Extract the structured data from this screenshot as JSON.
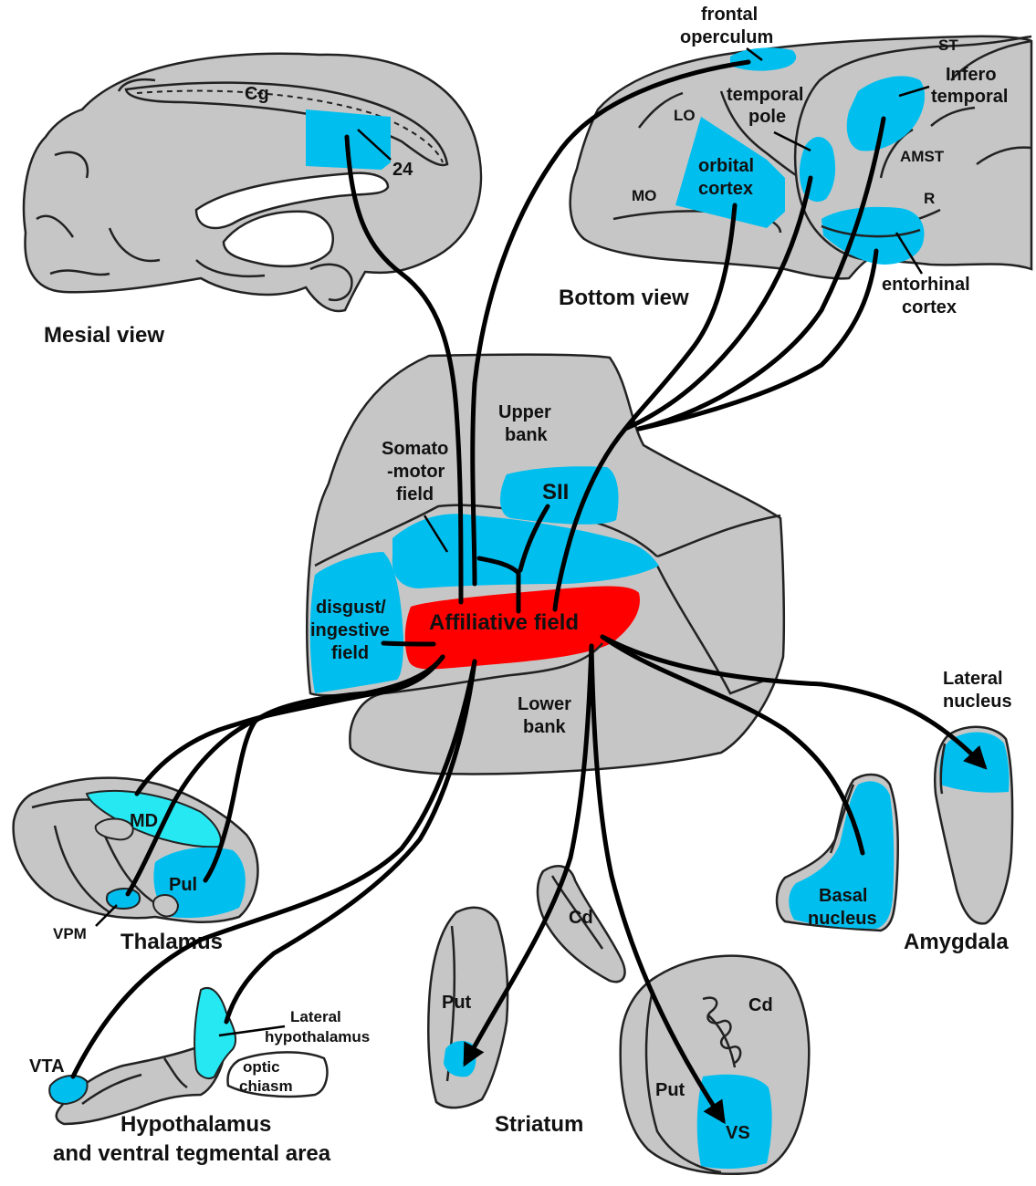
{
  "views": {
    "mesial": {
      "title": "Mesial view",
      "cg": "Cg",
      "area24": "24"
    },
    "bottom": {
      "title": "Bottom view",
      "frontal_operculum": [
        "frontal",
        "operculum"
      ],
      "st": "ST",
      "infero_temporal": [
        "Infero",
        "temporal"
      ],
      "lo": "LO",
      "temporal_pole": [
        "temporal",
        "pole"
      ],
      "amst": "AMST",
      "orbital_cortex": [
        "orbital",
        "cortex"
      ],
      "mo": "MO",
      "r": "R",
      "entorhinal_cortex": [
        "entorhinal",
        "cortex"
      ]
    }
  },
  "insula": {
    "upper_bank": [
      "Upper",
      "bank"
    ],
    "somatomotor_field": [
      "Somato",
      "-motor",
      "field"
    ],
    "sii": "SII",
    "disgust_field": [
      "disgust/",
      "ingestive",
      "field"
    ],
    "affiliative_field": "Affiliative field",
    "lower_bank": [
      "Lower",
      "bank"
    ]
  },
  "thalamus": {
    "title": "Thalamus",
    "md": "MD",
    "pul": "Pul",
    "vpm": "VPM"
  },
  "hypothalamus": {
    "title": [
      "Hypothalamus",
      "and ventral tegmental area"
    ],
    "vta": "VTA",
    "lateral_hypothalamus": [
      "Lateral",
      "hypothalamus"
    ],
    "optic_chiasm": [
      "optic",
      "chiasm"
    ]
  },
  "striatum": {
    "title": "Striatum",
    "cd_upper": "Cd",
    "put_left": "Put",
    "cd_right": "Cd",
    "put_right": "Put",
    "vs": "VS"
  },
  "amygdala": {
    "title": "Amygdala",
    "lateral_nucleus": [
      "Lateral",
      "nucleus"
    ],
    "basal_nucleus": [
      "Basal",
      "nucleus"
    ]
  },
  "colors": {
    "tissue": "#c6c6c6",
    "region": "#00bfef",
    "thalamic_md": "#26e8f2",
    "affiliative": "#ff0000"
  }
}
